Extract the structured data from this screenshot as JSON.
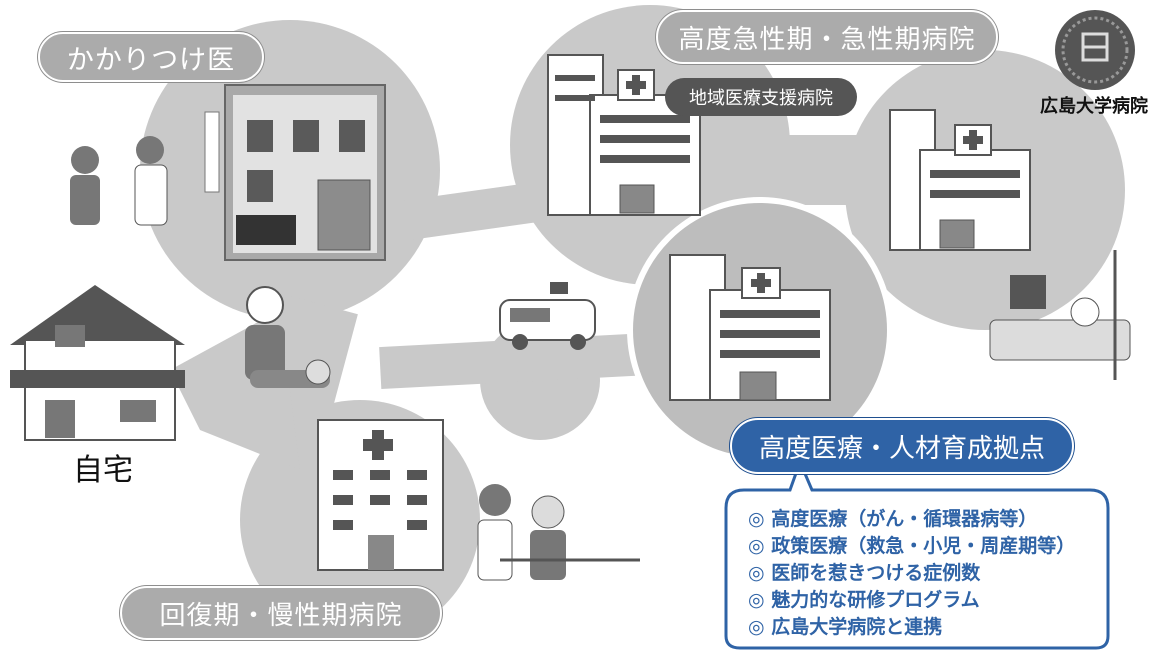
{
  "nodes": {
    "clinic": "かかりつけ医",
    "acute": "高度急性期・急性期病院",
    "regional": "地域医療支援病院",
    "university": "広島大学病院",
    "home": "自宅",
    "recovery": "回復期・慢性期病院",
    "hub": "高度医療・人材育成拠点"
  },
  "callout": {
    "items": [
      "◎ 高度医療（がん・循環器病等）",
      "◎ 政策医療（救急・小児・周産期等）",
      "◎ 医師を惹きつける症例数",
      "◎ 魅力的な研修プログラム",
      "◎ 広島大学病院と連携"
    ]
  },
  "colors": {
    "network_fill": "#c9c9c9",
    "pill_gray": "#ababab",
    "pill_dark": "#555555",
    "accent_blue": "#2f63a6"
  }
}
